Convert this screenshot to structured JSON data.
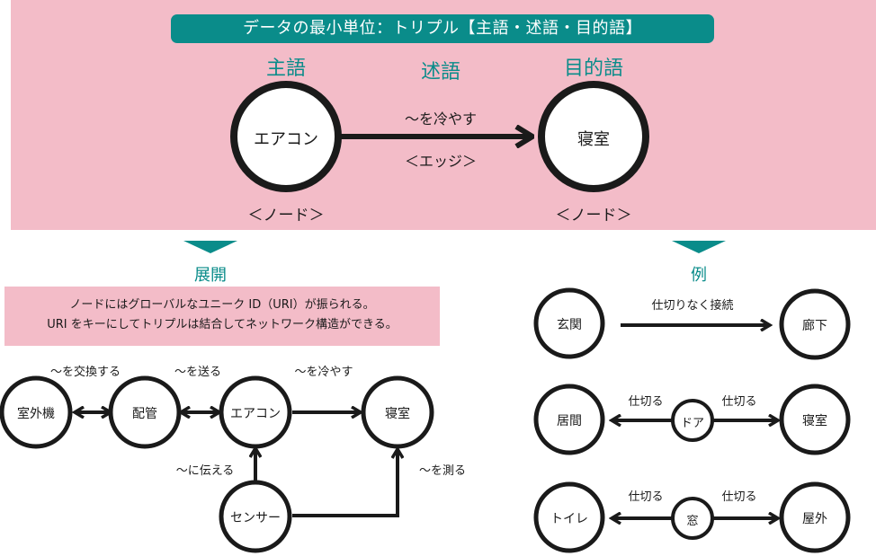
{
  "top": {
    "title": "データの最小単位：トリプル【主語・述語・目的語】",
    "subject_heading": "主語",
    "predicate_heading": "述語",
    "object_heading": "目的語",
    "subject_node": "エアコン",
    "object_node": "寝室",
    "predicate_label": "〜を冷やす",
    "edge_label": "＜エッジ＞",
    "subject_node_caption": "＜ノード＞",
    "object_node_caption": "＜ノード＞"
  },
  "expansion": {
    "heading": "展開",
    "note_line1": "ノードにはグローバルなユニーク ID（URI）が振られる。",
    "note_line2": "URI をキーにしてトリプルは結合してネットワーク構造ができる。",
    "nodes": {
      "outdoor_unit": "室外機",
      "piping": "配管",
      "aircon": "エアコン",
      "bedroom": "寝室",
      "sensor": "センサー"
    },
    "edges": {
      "exchange": "〜を交換する",
      "send": "〜を送る",
      "cool": "〜を冷やす",
      "tell": "〜に伝える",
      "measure": "〜を測る"
    }
  },
  "example": {
    "heading": "例",
    "row1": {
      "from": "玄関",
      "to": "廊下",
      "label": "仕切りなく接続"
    },
    "row2": {
      "from": "居間",
      "middle": "ドア",
      "to": "寝室",
      "left_label": "仕切る",
      "right_label": "仕切る"
    },
    "row3": {
      "from": "トイレ",
      "middle": "窓",
      "to": "屋外",
      "left_label": "仕切る",
      "right_label": "仕切る"
    }
  },
  "colors": {
    "teal": "#0a8c8a",
    "pink": "#f3bcc8",
    "stroke": "#1a1a1a"
  }
}
